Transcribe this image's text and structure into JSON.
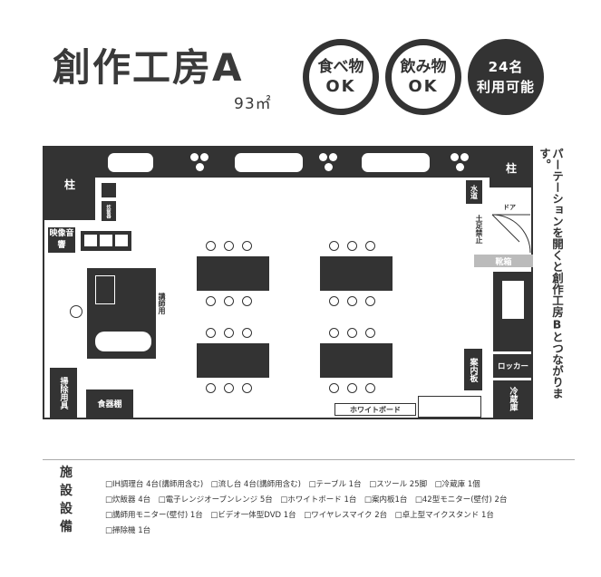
{
  "header": {
    "room_name": "創作工房A",
    "area": "93㎡"
  },
  "badges": [
    {
      "line1": "食べ物",
      "line2": "OK"
    },
    {
      "line1": "飲み物",
      "line2": "OK"
    },
    {
      "line1": "24名",
      "line2": "利用可能"
    }
  ],
  "side_note": "パーテーションを開くと創作工房Bとつながります。",
  "floorplan": {
    "pillar_left": "柱",
    "pillar_right": "柱",
    "rice_cooker": "炊飯器",
    "av_label": "映像音響",
    "instructor_label": "講師用",
    "cleaning_label": "掃除用具",
    "dish_shelf": "食器棚",
    "water": "水道",
    "door": "ドア",
    "no_shoes": "土足禁止",
    "shoe_box": "靴箱",
    "guide_board": "案内板",
    "whiteboard": "ホワイトボード",
    "locker": "ロッカー",
    "fridge": "冷蔵庫"
  },
  "facilities": {
    "title": "施設設備",
    "lines": [
      "□IH調理台 4台(講師用含む)　□流し台 4台(講師用含む)　□テーブル 1台　□スツール 25脚　□冷蔵庫 1個",
      "□炊飯器 4台　□電子レンジオーブンレンジ 5台　□ホワイトボード 1台　□案内板1台　□42型モニター(壁付) 2台",
      "□講師用モニター(壁付) 1台　□ビデオ一体型DVD 1台　□ワイヤレスマイク 2台　□卓上型マイクスタンド 1台",
      "□掃除機 1台"
    ]
  },
  "colors": {
    "dark": "#333333",
    "light": "#ffffff",
    "gray": "#bbbbbb"
  }
}
